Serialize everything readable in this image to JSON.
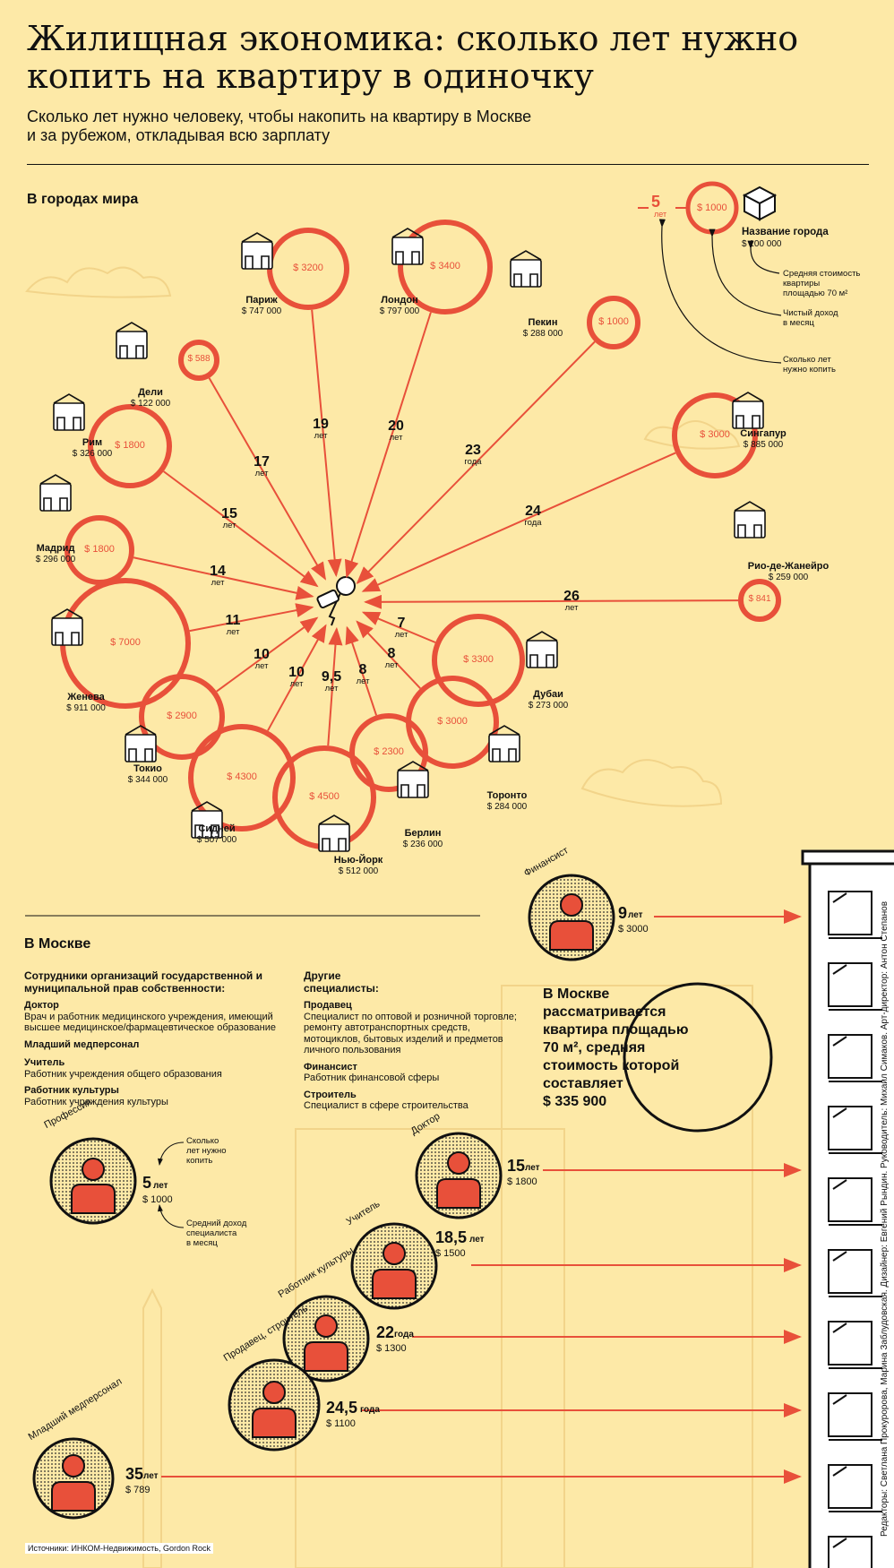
{
  "header": {
    "title_line1": "Жилищная экономика: сколько лет нужно",
    "title_line2": "копить на квартиру в одиночку",
    "subtitle_line1": "Сколько лет нужно человеку, чтобы накопить на квартиру в Москве",
    "subtitle_line2": "и за рубежом, откладывая всю зарплату"
  },
  "world": {
    "section_title": "В городах мира",
    "legend": {
      "years": "5",
      "years_unit": "лет",
      "income": "$ 1000",
      "city_label": "Название города",
      "city_price": "$ 100 000",
      "note_price_1": "Средняя стоимость",
      "note_price_2": "квартиры",
      "note_price_3": "площадью 70 м²",
      "note_income_1": "Чистый доход",
      "note_income_2": "в месяц",
      "note_years_1": "Сколько лет",
      "note_years_2": "нужно копить"
    },
    "cities": [
      {
        "name": "Париж",
        "price": "$ 747 000",
        "income": "$ 3200",
        "years": "19",
        "unit": "лет"
      },
      {
        "name": "Лондон",
        "price": "$ 797 000",
        "income": "$ 3400",
        "years": "20",
        "unit": "лет"
      },
      {
        "name": "Пекин",
        "price": "$ 288 000",
        "income": "$ 1000",
        "years": "23",
        "unit": "года"
      },
      {
        "name": "Дели",
        "price": "$ 122 000",
        "income": "$ 588",
        "years": "17",
        "unit": "лет"
      },
      {
        "name": "Рим",
        "price": "$ 326 000",
        "income": "$ 1800",
        "years": "15",
        "unit": "лет"
      },
      {
        "name": "Сингапур",
        "price": "$ 885 000",
        "income": "$ 3000",
        "years": "24",
        "unit": "года"
      },
      {
        "name": "Мадрид",
        "price": "$ 296 000",
        "income": "$ 1800",
        "years": "14",
        "unit": "лет"
      },
      {
        "name": "Рио-де-Жанейро",
        "price": "$ 259 000",
        "income": "$ 841",
        "years": "26",
        "unit": "лет"
      },
      {
        "name": "Женева",
        "price": "$ 911 000",
        "income": "$ 7000",
        "years": "11",
        "unit": "лет"
      },
      {
        "name": "Дубаи",
        "price": "$ 273 000",
        "income": "$ 3300",
        "years": "7",
        "unit": "лет"
      },
      {
        "name": "Токио",
        "price": "$ 344 000",
        "income": "$ 2900",
        "years": "10",
        "unit": "лет"
      },
      {
        "name": "Сидней",
        "price": "$ 507 000",
        "income": "$ 4300",
        "years": "10",
        "unit": "лет"
      },
      {
        "name": "Нью-Йорк",
        "price": "$ 512 000",
        "income": "$ 4500",
        "years": "9,5",
        "unit": "лет"
      },
      {
        "name": "Берлин",
        "price": "$ 236 000",
        "income": "$ 2300",
        "years": "8",
        "unit": "лет"
      },
      {
        "name": "Торонто",
        "price": "$ 284 000",
        "income": "$ 3000",
        "years": "8",
        "unit": "лет"
      }
    ]
  },
  "moscow": {
    "section_title": "В Москве",
    "col1": {
      "heading": "Сотрудники организаций государственной и муниципальной прав собственности:",
      "doctor_t": "Доктор",
      "doctor_d": "Врач и работник медицинского учреждения, имеющий высшее медицинское/фармацевтическое образование",
      "nurse_t": "Младший медперсонал",
      "teacher_t": "Учитель",
      "teacher_d": "Работник учреждения общего образования",
      "culture_t": "Работник культуры",
      "culture_d": "Работник учреждения культуры"
    },
    "col2": {
      "heading": "Другие специалисты:",
      "seller_t": "Продавец",
      "seller_d": "Специалист по оптовой и розничной торговле; ремонту автотранспортных средств, мотоциклов, бытовых изделий и предметов личного пользования",
      "fin_t": "Финансист",
      "fin_d": "Работник финансовой сферы",
      "build_t": "Строитель",
      "build_d": "Специалист в сфере строительства"
    },
    "info_circle": {
      "l1": "В Москве",
      "l2": "рассматривается",
      "l3": "квартира площадью",
      "l4": "70 м², средняя",
      "l5": "стоимость которой",
      "l6": "составляет",
      "l7": "$ 335 900"
    },
    "legend": {
      "label": "Профессия",
      "years": "5",
      "unit": "лет",
      "income": "$ 1000",
      "note_years_1": "Сколько",
      "note_years_2": "лет нужно",
      "note_years_3": "копить",
      "note_income_1": "Средний доход",
      "note_income_2": "специалиста",
      "note_income_3": "в месяц"
    },
    "professions": [
      {
        "name": "Финансист",
        "years": "9",
        "unit": "лет",
        "income": "$ 3000"
      },
      {
        "name": "Доктор",
        "years": "15",
        "unit": "лет",
        "income": "$ 1800"
      },
      {
        "name": "Учитель",
        "years": "18,5",
        "unit": "лет",
        "income": "$ 1500"
      },
      {
        "name": "Работник культуры",
        "years": "22",
        "unit": "года",
        "income": "$ 1300"
      },
      {
        "name": "Продавец, строитель",
        "years": "24,5",
        "unit": "года",
        "income": "$ 1100"
      },
      {
        "name": "Младший медперсонал",
        "years": "35",
        "unit": "лет",
        "income": "$ 789"
      }
    ]
  },
  "credits": "Редакторы: Светлана Прокуророва, Марина Заблудовская. Дизайнер: Евгений Рындин. Руководитель: Михаил Симаков. Арт-директор: Антон Степанов",
  "sources": "Источники: ИНКОМ-Недвижимость, Gordon Rock",
  "colors": {
    "background": "#fde9a7",
    "accent": "#e8503a",
    "ink": "#111111"
  }
}
